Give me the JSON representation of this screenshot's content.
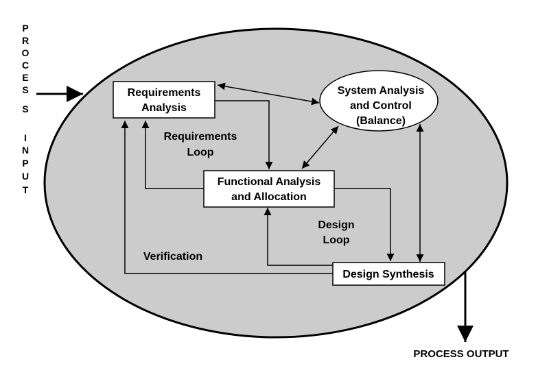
{
  "process_input_letters": [
    "P",
    "R",
    "O",
    "C",
    "E",
    "S",
    "S",
    "I",
    "N",
    "P",
    "U",
    "T"
  ],
  "process_output_label": "PROCESS OUTPUT",
  "nodes": {
    "requirements_analysis": {
      "line1": "Requirements",
      "line2": "Analysis"
    },
    "system_analysis": {
      "line1": "System Analysis",
      "line2": "and Control",
      "line3": "(Balance)"
    },
    "functional_analysis": {
      "line1": "Functional Analysis",
      "line2": "and Allocation"
    },
    "design_synthesis": {
      "line1": "Design Synthesis"
    }
  },
  "edge_labels": {
    "requirements_loop": {
      "line1": "Requirements",
      "line2": "Loop"
    },
    "design_loop": {
      "line1": "Design",
      "line2": "Loop"
    },
    "verification": "Verification"
  },
  "colors": {
    "ellipse_fill": "#cccccc",
    "stroke": "#000000",
    "box_fill": "#ffffff"
  }
}
